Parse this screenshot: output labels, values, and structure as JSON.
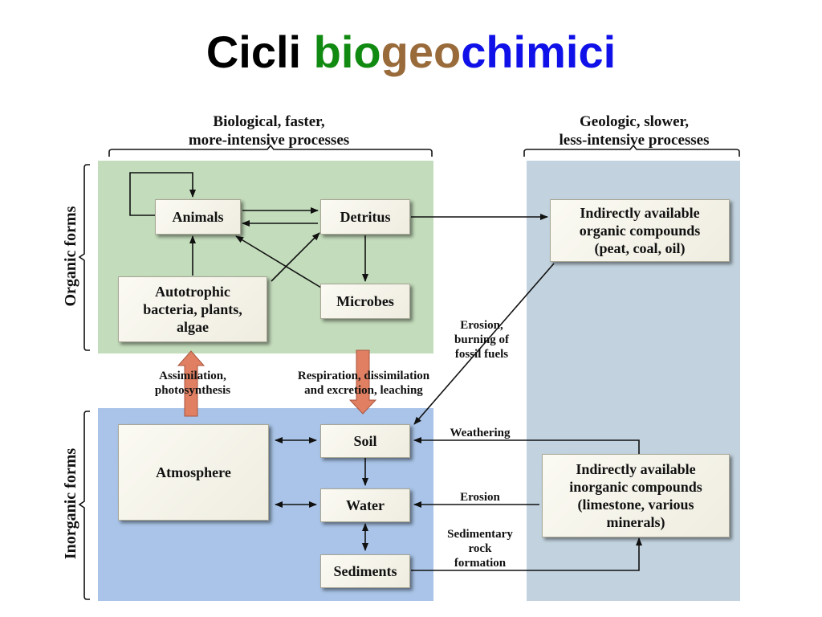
{
  "title": {
    "part1": "Cicli ",
    "part2": "bio",
    "part3": "geo",
    "part4": "chimici",
    "colors": {
      "part1": "#000000",
      "part2": "#118a11",
      "part3": "#9a6b3a",
      "part4": "#1010e8"
    }
  },
  "headers": {
    "biological": "Biological, faster,\nmore-intensive processes",
    "geologic": "Geologic, slower,\nless-intensive processes"
  },
  "side_labels": {
    "organic": "Organic forms",
    "inorganic": "Inorganic forms"
  },
  "boxes": {
    "animals": "Animals",
    "detritus": "Detritus",
    "autotrophic": "Autotrophic\nbacteria, plants,\nalgae",
    "microbes": "Microbes",
    "indirect_organic": "Indirectly available\norganic compounds\n(peat, coal, oil)",
    "atmosphere": "Atmosphere",
    "soil": "Soil",
    "water": "Water",
    "sediments": "Sediments",
    "indirect_inorganic": "Indirectly available\ninorganic compounds\n(limestone, various\nminerals)"
  },
  "labels": {
    "assimilation": "Assimilation,\nphotosynthesis",
    "respiration": "Respiration, dissimilation\nand excretion, leaching",
    "erosion_burning": "Erosion,\nburning of\nfossil fuels",
    "weathering": "Weathering",
    "erosion": "Erosion",
    "sedimentary": "Sedimentary\nrock\nformation"
  },
  "colors": {
    "organic_region": "#c3dcbb",
    "inorganic_region": "#a9c4e8",
    "geologic_region": "#c2d3df",
    "flux_arrow": "#e07f62"
  }
}
